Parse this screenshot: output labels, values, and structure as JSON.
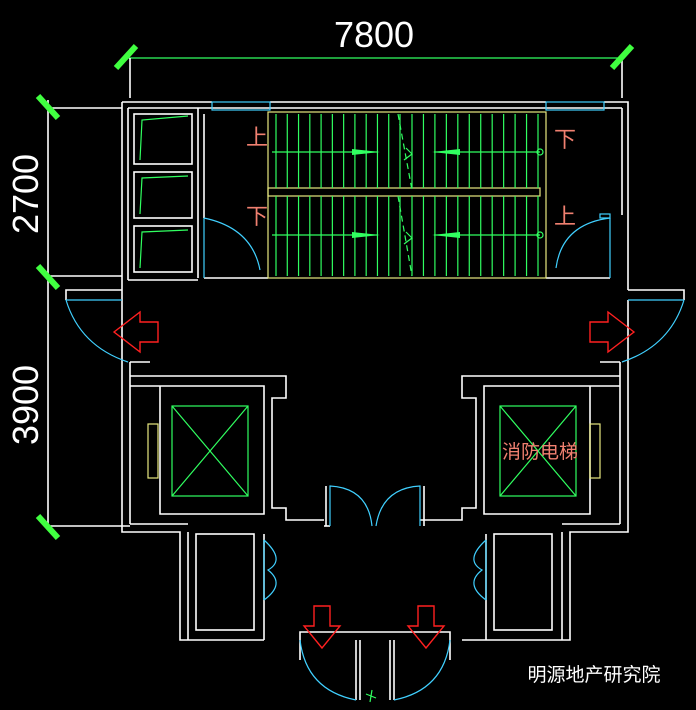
{
  "dimensions": {
    "width_top": "7800",
    "height_upper": "2700",
    "height_lower": "3900"
  },
  "stair_labels": {
    "up_top_left": "上",
    "down_top_right": "下",
    "down_bottom_left": "下",
    "up_bottom_right": "上"
  },
  "fire_elevator_label": "消防电梯",
  "watermark": "明源地产研究院",
  "colors": {
    "background": "#000000",
    "walls": "#ffffff",
    "stairs": "#30ff60",
    "doors": "#40d0ff",
    "arrows": "#ff2020",
    "labels": "#f08070"
  }
}
